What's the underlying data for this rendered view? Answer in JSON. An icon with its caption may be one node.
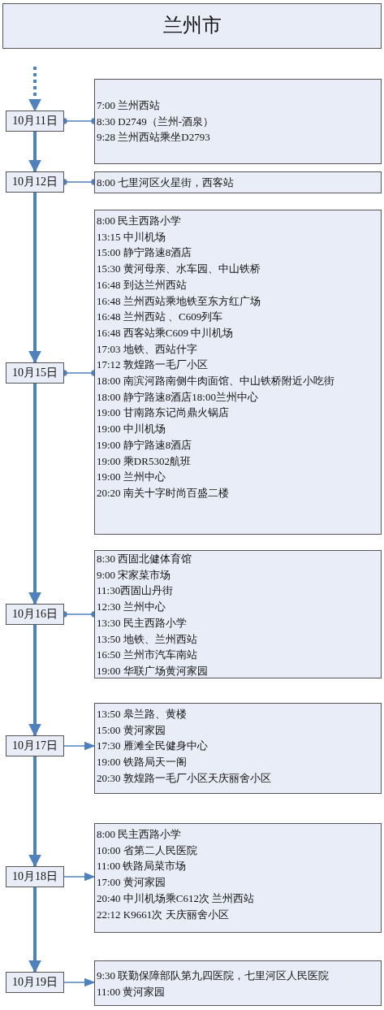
{
  "diagram": {
    "nodes": [
      {
        "text": [
          "兰州市"
        ]
      },
      {
        "text": [
          "10月11日"
        ]
      },
      {
        "text": [
          "7:00 兰州西站",
          "8:30 D2749（兰州-酒泉）",
          "9:28 兰州西站乘坐D2793"
        ]
      },
      {
        "text": [
          "10月12日"
        ]
      },
      {
        "text": [
          "8:00 七里河区火星街，西客站"
        ]
      },
      {
        "text": [
          "10月15日"
        ]
      },
      {
        "text": [
          "8:00 民主西路小学",
          "13:15 中川机场",
          "15:00 静宁路速8酒店",
          "15:30 黄河母亲、水车园、中山铁桥",
          "16:48 到达兰州西站",
          "16:48 兰州西站乘地铁至东方红广场",
          "16:48 兰州西站 、C609列车",
          "16:48 西客站乘C609  中川机场",
          "17:03 地铁、西站什字",
          "17:12 敦煌路一毛厂小区",
          "18:00 南滨河路南侧牛肉面馆、中山铁桥附近小吃街",
          "18:00 静宁路速8酒店18:00兰州中心",
          "19:00 甘南路东记尚鼎火锅店",
          "19:00 中川机场",
          "19:00 静宁路速8酒店",
          "19:00 乘DR5302航班",
          "19:00 兰州中心",
          "20:20 南关十字时尚百盛二楼"
        ]
      },
      {
        "text": [
          "10月16日"
        ]
      },
      {
        "text": [
          "8:30 西固北健体育馆",
          "9:00 宋家菜市场",
          "11:30西固山丹街",
          "12:30 兰州中心",
          "13:30 民主西路小学",
          "13:50 地铁、兰州西站",
          "16:50 兰州市汽车南站",
          "19:00 华联广场黄河家园"
        ]
      },
      {
        "text": [
          "10月17日"
        ]
      },
      {
        "text": [
          "13:50 皋兰路、黄楼",
          "15:00 黄河家园",
          "17:30 雁滩全民健身中心",
          "19:00 铁路局天一阁",
          "20:30 敦煌路一毛厂小区天庆丽舍小区"
        ]
      },
      {
        "text": [
          "10月18日"
        ]
      },
      {
        "text": [
          "8:00   民主西路小学",
          "10:00 省第二人民医院",
          "11:00 铁路局菜市场",
          "17:00 黄河家园",
          "20:40 中川机场乘C612次  兰州西站",
          "22:12 K9661次  天庆丽舍小区"
        ]
      },
      {
        "text": [
          "10月19日"
        ]
      },
      {
        "text": [
          "9:30   联勤保障部队第九四医院，七里河区人民医院",
          "11:00 黄河家园"
        ]
      }
    ],
    "edges": [
      {
        "from": null,
        "to": 1,
        "arrow": "to",
        "style": "dashed"
      },
      {
        "from": 1,
        "to": 3,
        "arrow": "to",
        "style": "thick"
      },
      {
        "from": 3,
        "to": 5,
        "arrow": "to",
        "style": "thick"
      },
      {
        "from": 5,
        "to": 7,
        "arrow": "to",
        "style": "thick"
      },
      {
        "from": 7,
        "to": 9,
        "arrow": "to",
        "style": "thick"
      },
      {
        "from": 9,
        "to": 11,
        "arrow": "to",
        "style": "thick"
      },
      {
        "from": 11,
        "to": 13,
        "arrow": "to",
        "style": "thick"
      },
      {
        "from": 1,
        "to": 2,
        "arrow": "other"
      },
      {
        "from": 3,
        "to": 4,
        "arrow": "other"
      },
      {
        "from": 5,
        "to": 6,
        "arrow": "other"
      },
      {
        "from": 7,
        "to": 8,
        "arrow": "other"
      },
      {
        "from": 9,
        "to": 10,
        "arrow": "to"
      },
      {
        "from": 11,
        "to": 12,
        "arrow": "to"
      },
      {
        "from": 13,
        "to": 14,
        "arrow": "to"
      }
    ]
  }
}
